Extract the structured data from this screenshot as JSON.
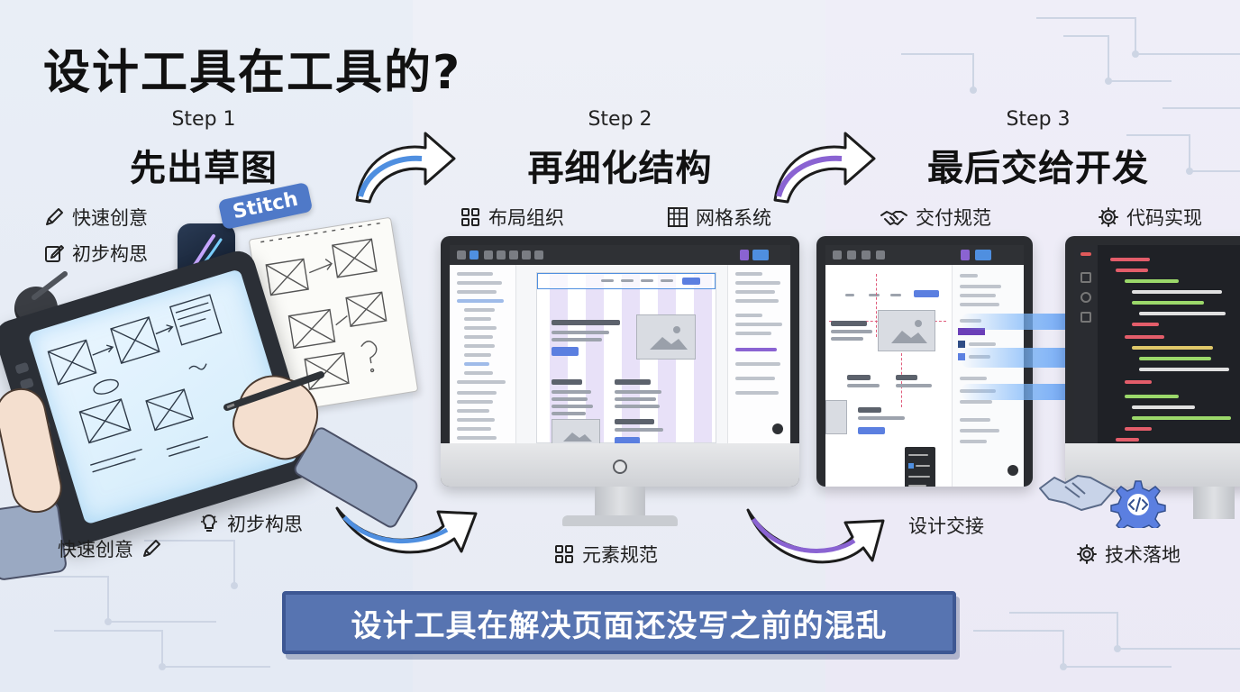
{
  "main_title": "设计工具在工具的?",
  "steps": [
    {
      "label": "Step 1",
      "title": "先出草图",
      "features": [
        {
          "icon": "pencil-icon",
          "text": "快速创意"
        },
        {
          "icon": "edit-square-icon",
          "text": "初步构思"
        }
      ],
      "brand_tag": "Stitch",
      "annotations": [
        {
          "icon": "lightbulb-icon",
          "text": "初步构思"
        },
        {
          "icon": "pencil-icon",
          "text": "快速创意"
        }
      ]
    },
    {
      "label": "Step 2",
      "title": "再细化结构",
      "features": [
        {
          "icon": "layout-grid-icon",
          "text": "布局组织"
        },
        {
          "icon": "grid-system-icon",
          "text": "网格系统"
        }
      ],
      "caption": {
        "icon": "elements-grid-icon",
        "text": "元素规范"
      }
    },
    {
      "label": "Step 3",
      "title": "最后交给开发",
      "features": [
        {
          "icon": "handshake-icon",
          "text": "交付规范"
        },
        {
          "icon": "gear-icon",
          "text": "代码实现"
        }
      ],
      "captions": [
        {
          "icon": "",
          "text": "设计交接"
        },
        {
          "icon": "gear-icon",
          "text": "技术落地"
        }
      ]
    }
  ],
  "bottom_banner": "设计工具在解决页面还没写之前的混乱",
  "colors": {
    "banner_bg": "#5774b1",
    "arrow_blue": "#4f8fe0",
    "arrow_purple": "#8a63d2",
    "stitch_tag": "#4f79c8"
  }
}
